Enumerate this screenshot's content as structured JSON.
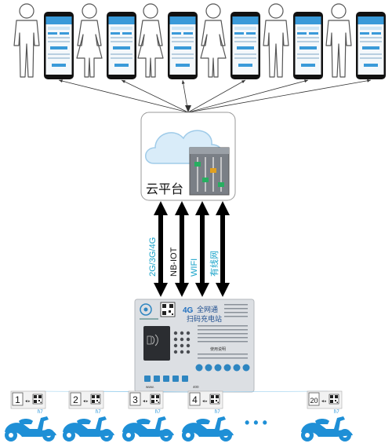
{
  "cloud": {
    "label": "云平台"
  },
  "links": [
    {
      "label": "2G/3G/4G",
      "color": "#1aa3c9"
    },
    {
      "label": "NB-IOT",
      "color": "#111111"
    },
    {
      "label": "WIFI",
      "color": "#1aa3c9"
    },
    {
      "label": "有线网",
      "color": "#1aa3c9"
    }
  ],
  "station": {
    "badge": "4G",
    "title_line1": "全网通",
    "title_line2": "扫码充电站",
    "instructions_title": "使用说明",
    "website": "www.",
    "hotline": "400"
  },
  "ports": [
    {
      "number": "1"
    },
    {
      "number": "2"
    },
    {
      "number": "3"
    },
    {
      "number": "4"
    },
    {
      "number": "20"
    }
  ],
  "ellipsis": "• • •",
  "colors": {
    "accent": "#1aa3c9",
    "scooter": "#1e8fd6",
    "panel": "#dcdfe3"
  },
  "icons": [
    "person-male-icon",
    "person-female-icon",
    "phone-app-icon",
    "cloud-icon",
    "equalizer-icon",
    "qr-code-icon",
    "scooter-icon"
  ]
}
